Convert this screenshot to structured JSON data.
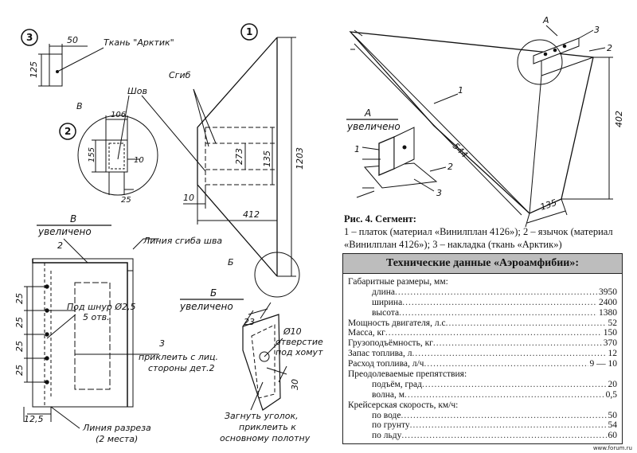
{
  "drawing": {
    "part3": {
      "num": "3",
      "width": "50",
      "height": "125",
      "label": "Ткань \"Арктик\""
    },
    "part1": {
      "num": "1",
      "fold": "Сгиб",
      "seam": "Шов",
      "d273": "273",
      "d135": "135",
      "d1203": "1203",
      "d10": "10",
      "d412": "412",
      "node_b": "Б"
    },
    "part2": {
      "num": "2",
      "node_b": "В",
      "d106": "106",
      "d155": "155",
      "d10": "10",
      "d25": "25"
    },
    "view_b": {
      "letter": "В",
      "caption": "увеличено"
    },
    "view_bv": {
      "letter": "Б",
      "caption": "увеличено"
    },
    "detail_b": {
      "num2": "2",
      "fold_line": "Линия сгиба шва",
      "cord": "Под шнур Ø2,5",
      "holes": "5 отв.",
      "num3": "3",
      "glue1": "приклеить с лиц.",
      "glue2": "стороны дет.2",
      "dims": [
        "25",
        "25",
        "25",
        "25"
      ],
      "d125": "12,5",
      "cut1": "Линия разреза",
      "cut2": "(2 места)"
    },
    "detail_bv": {
      "d23": "23",
      "d10": "Ø10",
      "hole1": "отверстие",
      "hole2": "под хомут",
      "d30": "30",
      "bend1": "Загнуть уголок,",
      "bend2": "приклеить к",
      "bend3": "основному полотну"
    },
    "segment": {
      "label_a": "А",
      "n1": "1",
      "n2": "2",
      "n3": "3",
      "d402": "402",
      "d544": "544",
      "d135": "135"
    },
    "view_a": {
      "letter": "А",
      "caption": "увеличено",
      "n1": "1",
      "n2": "2",
      "n3": "3"
    }
  },
  "caption": {
    "title": "Рис. 4. Сегмент:",
    "text": "1 – платок (материал «Винилплан 4126»); 2 – язычок (материал «Винилплан 4126»); 3 – накладка (ткань «Арктик»)"
  },
  "table": {
    "title": "Технические данные «Аэроамфибии»:",
    "rows": [
      {
        "label": "Габаритные размеры, мм:",
        "value": "",
        "head": true
      },
      {
        "label": "длина",
        "value": "3950",
        "indent": true
      },
      {
        "label": "ширина",
        "value": "2400",
        "indent": true
      },
      {
        "label": "высота",
        "value": "1380",
        "indent": true
      },
      {
        "label": "Мощность двигателя, л.с",
        "value": "52"
      },
      {
        "label": "Масса, кг",
        "value": "150"
      },
      {
        "label": "Грузоподъёмность, кг",
        "value": "370"
      },
      {
        "label": "Запас топлива, л",
        "value": "12"
      },
      {
        "label": "Расход топлива, л/ч",
        "value": "9 — 10"
      },
      {
        "label": "Преодолеваемые препятствия:",
        "value": "",
        "head": true
      },
      {
        "label": "подъём, град",
        "value": "20",
        "indent": true
      },
      {
        "label": "волна, м",
        "value": "0,5",
        "indent": true
      },
      {
        "label": "Крейсерская скорость, км/ч:",
        "value": "",
        "head": true
      },
      {
        "label": "по воде",
        "value": "50",
        "indent": true
      },
      {
        "label": "по грунту",
        "value": "54",
        "indent": true
      },
      {
        "label": "по льду",
        "value": "60",
        "indent": true
      }
    ]
  },
  "watermark": "www.forum.ru"
}
